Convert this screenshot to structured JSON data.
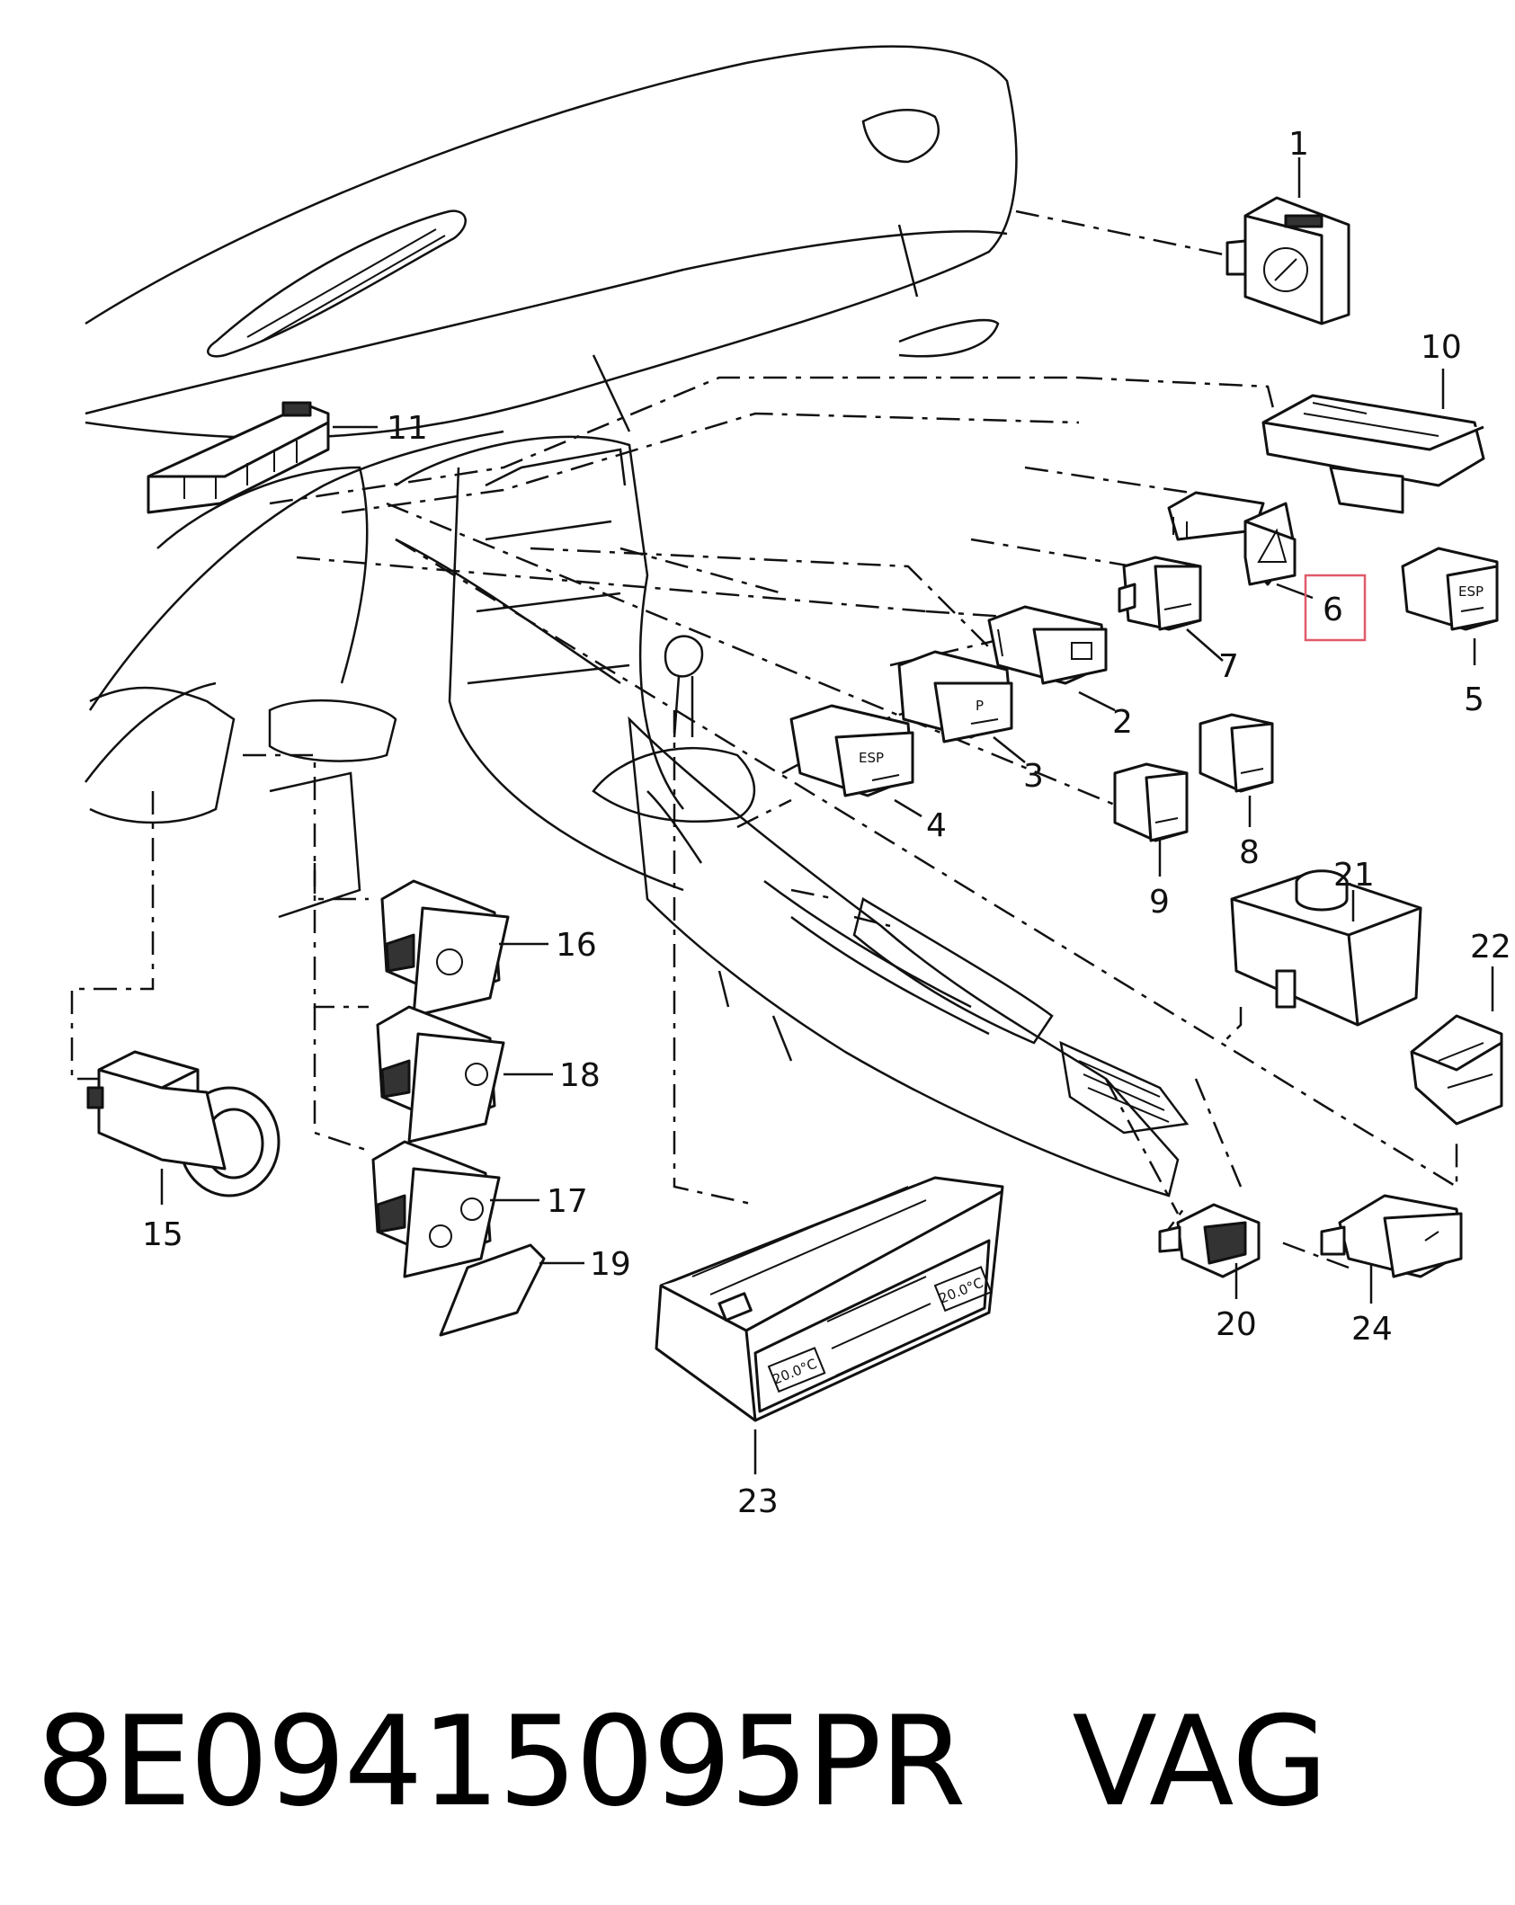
{
  "callouts": [
    {
      "id": "1",
      "label": "1"
    },
    {
      "id": "2",
      "label": "2"
    },
    {
      "id": "3",
      "label": "3"
    },
    {
      "id": "4",
      "label": "4"
    },
    {
      "id": "5",
      "label": "5"
    },
    {
      "id": "6",
      "label": "6",
      "highlighted": true
    },
    {
      "id": "7",
      "label": "7"
    },
    {
      "id": "8",
      "label": "8"
    },
    {
      "id": "9",
      "label": "9"
    },
    {
      "id": "10",
      "label": "10"
    },
    {
      "id": "11",
      "label": "11"
    },
    {
      "id": "15",
      "label": "15"
    },
    {
      "id": "16",
      "label": "16"
    },
    {
      "id": "17",
      "label": "17"
    },
    {
      "id": "18",
      "label": "18"
    },
    {
      "id": "19",
      "label": "19"
    },
    {
      "id": "20",
      "label": "20"
    },
    {
      "id": "21",
      "label": "21"
    },
    {
      "id": "22",
      "label": "22"
    },
    {
      "id": "23",
      "label": "23"
    },
    {
      "id": "24",
      "label": "24"
    }
  ],
  "button_glyphs": {
    "esp": "ESP",
    "park": "P",
    "climate_temp": "20.0°C"
  },
  "footer": {
    "part_number": "8E09415095PR",
    "brand": "VAG"
  },
  "colors": {
    "line": "#111111",
    "highlight": "#e05a6a",
    "background": "#ffffff"
  }
}
